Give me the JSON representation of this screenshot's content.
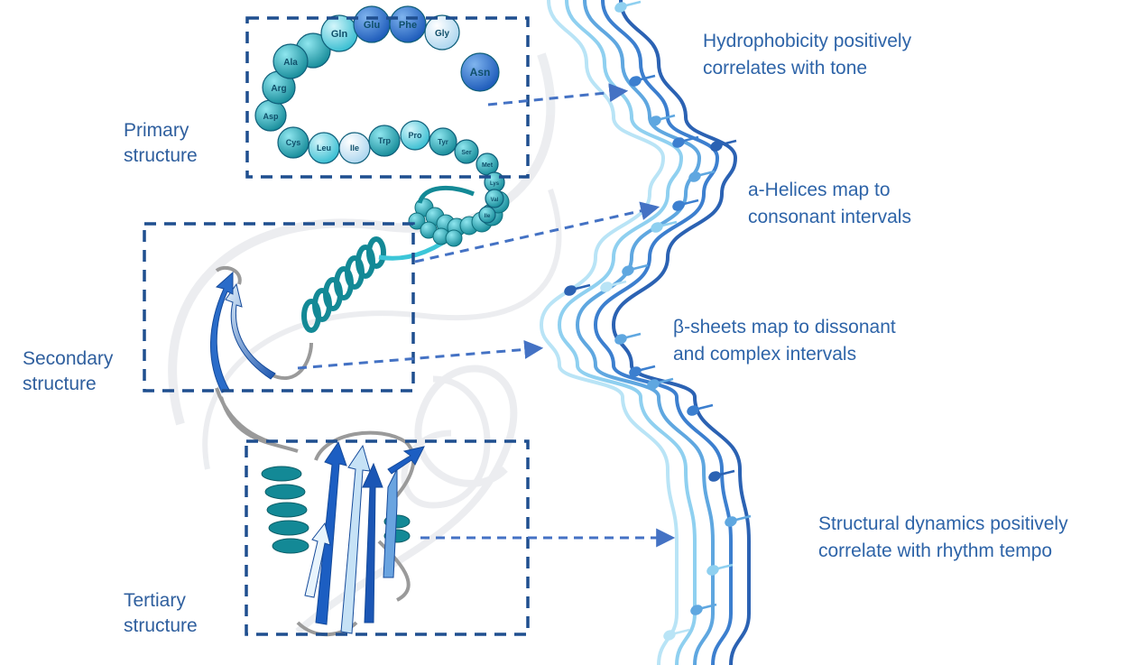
{
  "levels": [
    {
      "id": "primary",
      "lines": [
        "Primary",
        "structure"
      ]
    },
    {
      "id": "secondary",
      "lines": [
        "Secondary",
        "structure"
      ]
    },
    {
      "id": "tertiary",
      "lines": [
        "Tertiary",
        "structure"
      ]
    }
  ],
  "mappings": [
    {
      "id": "hydrophobicity",
      "lines": [
        "Hydrophobicity positively",
        "correlates with tone"
      ]
    },
    {
      "id": "helices",
      "lines": [
        "a-Helices map to",
        "consonant intervals"
      ]
    },
    {
      "id": "sheets",
      "lines": [
        "β-sheets map to dissonant",
        "and complex intervals"
      ]
    },
    {
      "id": "dynamics",
      "lines": [
        "Structural dynamics positively",
        "correlate with rhythm tempo"
      ]
    }
  ],
  "residues_top": [
    "Asp",
    "Arg",
    "Ala",
    "Gln",
    "Glu",
    "Phe",
    "Gly",
    "Asn"
  ],
  "residues_bottom": [
    "Cys",
    "Leu",
    "Ile",
    "Trp",
    "Pro",
    "Tyr",
    "Ser",
    "Met",
    "Lys",
    "Val",
    "Ile"
  ],
  "colors": {
    "label": "#2f5f9e",
    "box": "#1f4f8f",
    "arrow": "#4472c4",
    "teal": "#1a9aa8",
    "cyan": "#3cc6d8",
    "blue": "#1e5fbf",
    "light": "#a8dcf0"
  }
}
